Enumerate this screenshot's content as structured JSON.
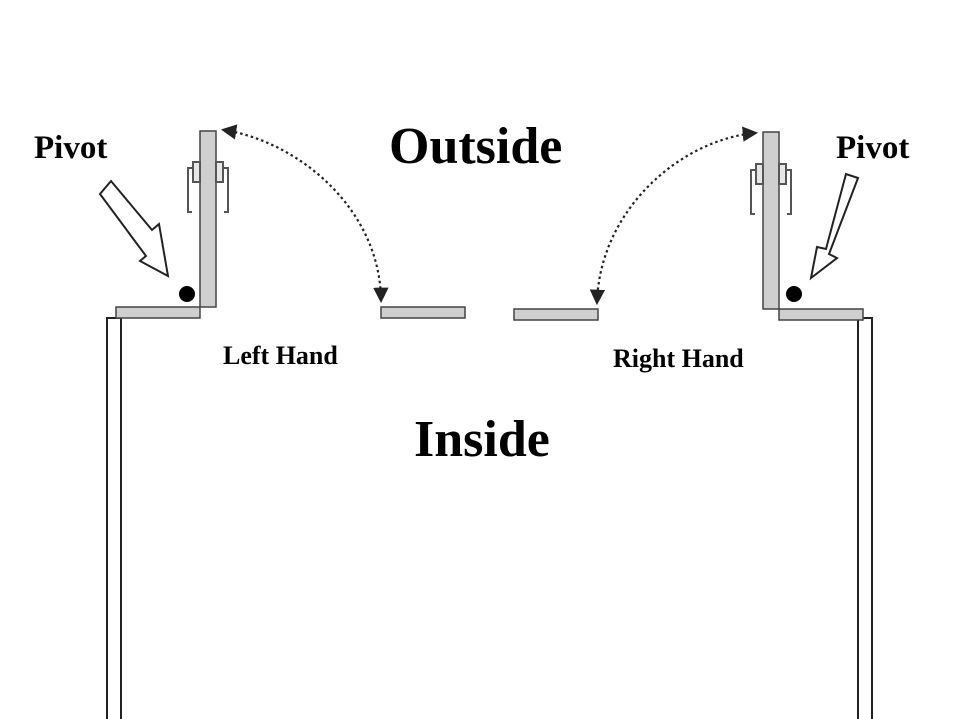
{
  "labels": {
    "outside": "Outside",
    "inside": "Inside",
    "pivot_left": "Pivot",
    "pivot_right": "Pivot",
    "left_hand": "Left Hand",
    "right_hand": "Right Hand"
  },
  "colors": {
    "panel_fill": "#cfcfcf",
    "stroke": "#444444",
    "text": "#000000",
    "background": "#ffffff"
  }
}
